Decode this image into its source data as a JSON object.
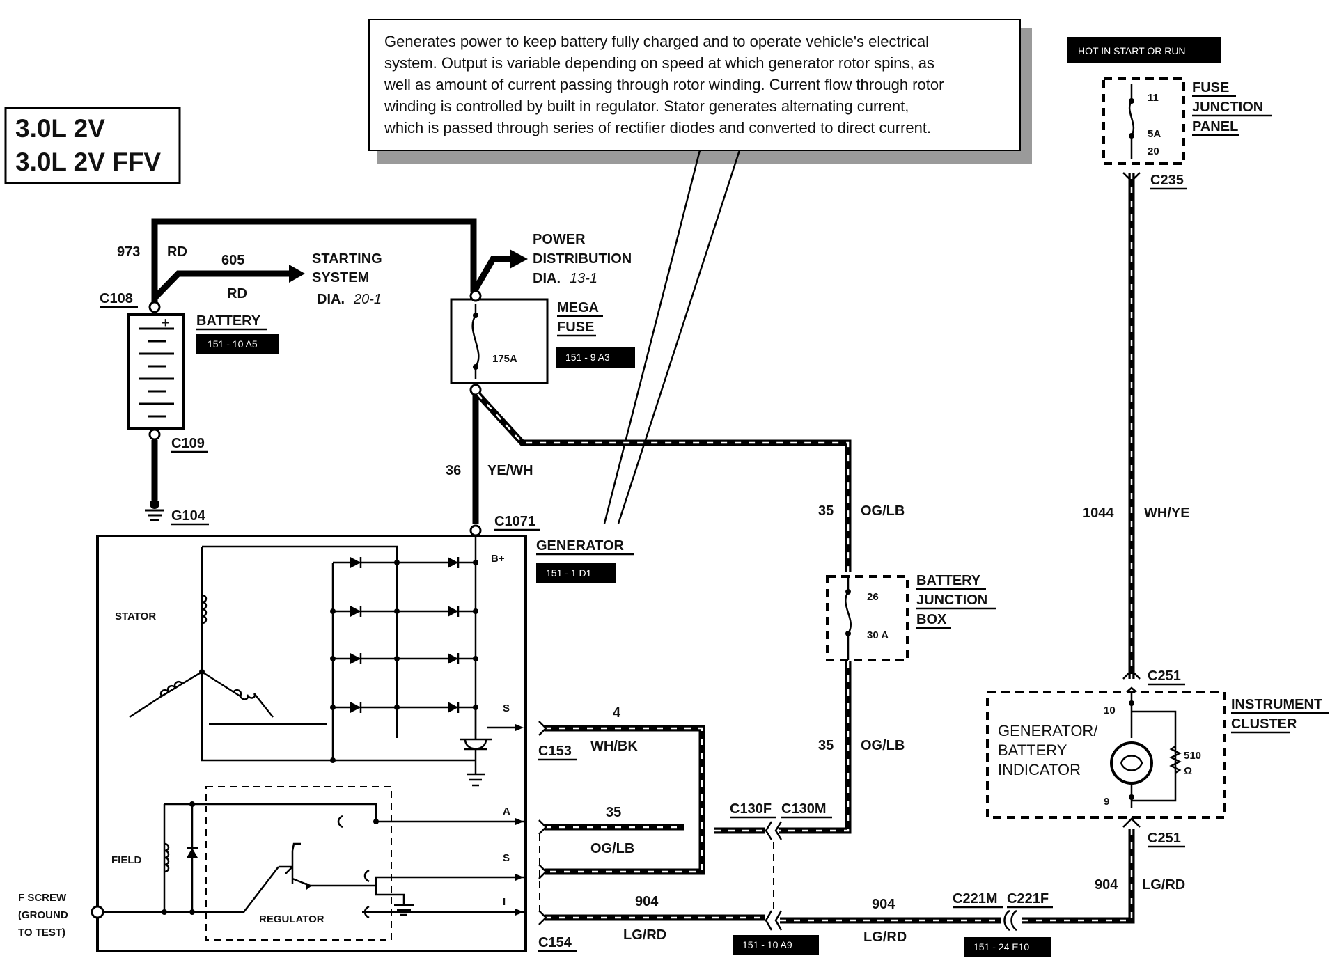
{
  "engine": {
    "line1": "3.0L 2V",
    "line2": "3.0L 2V FFV"
  },
  "description": {
    "lines": [
      "Generates power to keep battery fully charged and to operate vehicle's electrical",
      "system. Output is variable depending on speed at which generator rotor spins, as",
      "well as amount of current passing through rotor winding. Current flow through rotor",
      "winding is controlled by built in regulator. Stator generates alternating current,",
      "which is passed through series of rectifier diodes and converted to direct current."
    ]
  },
  "hot_label": "HOT IN START OR RUN",
  "fuse_panel": {
    "name_lines": [
      "FUSE",
      "JUNCTION",
      "PANEL"
    ],
    "fuse_number": "11",
    "rating": "5A",
    "pin": "20",
    "connector": "C235"
  },
  "battery": {
    "name": "BATTERY",
    "ref": "151 - 10 A5",
    "top_connector": "C108",
    "bottom_connector": "C109",
    "ground": "G104",
    "plus_sign": "+"
  },
  "wires": {
    "w973": {
      "circuit": "973",
      "color": "RD"
    },
    "w605": {
      "circuit": "605",
      "color": "RD"
    },
    "w36": {
      "circuit": "36",
      "color": "YE/WH"
    },
    "w35a": {
      "circuit": "35",
      "color": "OG/LB"
    },
    "w35b": {
      "circuit": "35",
      "color": "OG/LB"
    },
    "w1044": {
      "circuit": "1044",
      "color": "WH/YE"
    },
    "w4": {
      "circuit": "4",
      "color": "WH/BK"
    },
    "w35c": {
      "circuit": "35",
      "color": "OG/LB"
    },
    "w904a": {
      "circuit": "904",
      "color": "LG/RD"
    },
    "w904b": {
      "circuit": "904",
      "color": "LG/RD"
    },
    "w904c": {
      "circuit": "904",
      "color": "LG/RD"
    }
  },
  "starting_system": {
    "lines": [
      "STARTING",
      "SYSTEM"
    ],
    "dia_label": "DIA.",
    "dia_number": "20-1"
  },
  "power_distribution": {
    "lines": [
      "POWER",
      "DISTRIBUTION"
    ],
    "dia_label": "DIA.",
    "dia_number": "13-1"
  },
  "mega_fuse": {
    "name_lines": [
      "MEGA",
      "FUSE"
    ],
    "rating": "175A",
    "ref": "151 - 9 A3"
  },
  "generator": {
    "name": "GENERATOR",
    "ref": "151 - 1 D1",
    "connector": "C1071",
    "stator": "STATOR",
    "field": "FIELD",
    "regulator": "REGULATOR",
    "terminal_bplus": "B+",
    "terminal_s1": "S",
    "terminal_a": "A",
    "terminal_s2": "S",
    "terminal_i": "I",
    "f_screw_lines": [
      "F SCREW",
      "(GROUND",
      "TO TEST)"
    ]
  },
  "battery_junction_box": {
    "name_lines": [
      "BATTERY",
      "JUNCTION",
      "BOX"
    ],
    "fuse_number": "26",
    "rating": "30 A"
  },
  "instrument_cluster": {
    "name_lines": [
      "INSTRUMENT",
      "CLUSTER"
    ],
    "indicator_lines": [
      "GENERATOR/",
      "BATTERY",
      "INDICATOR"
    ],
    "pin_top": "10",
    "pin_bottom": "9",
    "resistor_value": "510",
    "resistor_unit": "Ω",
    "connector_top": "C251",
    "connector_bottom": "C251"
  },
  "connectors": {
    "c153": "C153",
    "c154": "C154",
    "c130f": "C130F",
    "c130m": "C130M",
    "c221m": "C221M",
    "c221f": "C221F"
  },
  "refs": {
    "c130": "151 - 10 A9",
    "c221": "151 - 24 E10"
  },
  "colors": {
    "ink": "#000000",
    "paper": "#ffffff",
    "shadow": "#9a9a9a"
  }
}
